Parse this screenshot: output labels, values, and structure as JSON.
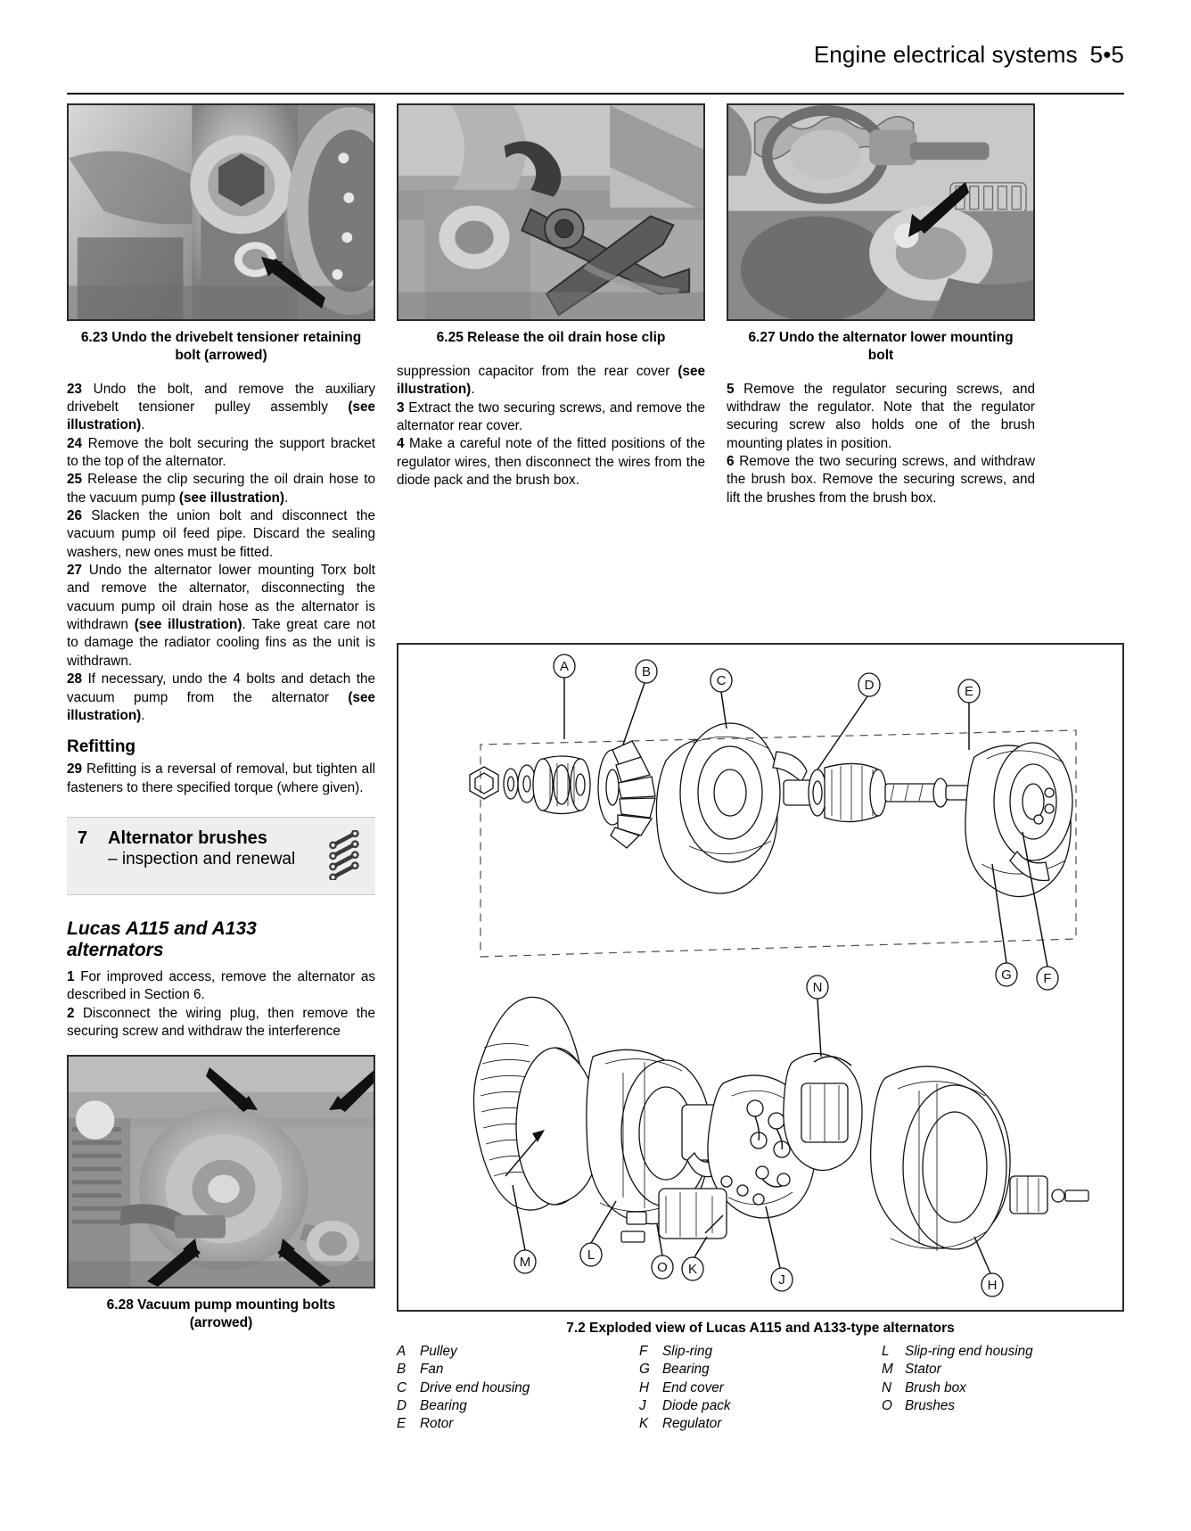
{
  "header": {
    "title": "Engine electrical systems",
    "page_number": "5•5"
  },
  "photos": [
    {
      "id": "fig-6-23",
      "caption_line1": "6.23  Undo the drivebelt tensioner retaining",
      "caption_line2": "bolt (arrowed)"
    },
    {
      "id": "fig-6-25",
      "caption_line1": "6.25  Release the oil drain hose clip",
      "caption_line2": ""
    },
    {
      "id": "fig-6-27",
      "caption_line1": "6.27  Undo the alternator lower mounting",
      "caption_line2": "bolt"
    },
    {
      "id": "fig-6-28",
      "caption_line1": "6.28  Vacuum pump mounting bolts",
      "caption_line2": "(arrowed)"
    }
  ],
  "left_column": {
    "paragraphs": [
      {
        "num": "23",
        "text": "Undo the bolt, and remove the auxiliary drivebelt tensioner pulley assembly ",
        "bold_tail": "(see illustration)",
        "tail": "."
      },
      {
        "num": "24",
        "text": "Remove the bolt securing the support bracket to the top of the alternator.",
        "bold_tail": "",
        "tail": ""
      },
      {
        "num": "25",
        "text": "Release the clip securing the oil drain hose to the vacuum pump ",
        "bold_tail": "(see illustration)",
        "tail": "."
      },
      {
        "num": "26",
        "text": "Slacken the union bolt and disconnect the vacuum pump oil feed pipe. Discard the sealing washers, new ones must be fitted.",
        "bold_tail": "",
        "tail": ""
      },
      {
        "num": "27",
        "text": "Undo the alternator lower mounting Torx bolt and remove the alternator, disconnecting the vacuum pump oil drain hose as the alternator is withdrawn ",
        "bold_tail": "(see illustration)",
        "tail": ". Take great care not to damage the radiator cooling fins as the unit is withdrawn."
      },
      {
        "num": "28",
        "text": "If necessary, undo the 4 bolts and detach the vacuum pump from the alternator ",
        "bold_tail": "(see illustration)",
        "tail": "."
      }
    ],
    "refitting_heading": "Refitting",
    "refitting_paragraphs": [
      {
        "num": "29",
        "text": "Refitting is a reversal of removal, but tighten all fasteners to there specified torque (where given).",
        "bold_tail": "",
        "tail": ""
      }
    ],
    "section_box": {
      "number": "7",
      "title": "Alternator brushes",
      "subtitle": "– inspection and renewal",
      "difficulty_icon": "spanner-rating-icon"
    },
    "alternator_heading_line1": "Lucas A115 and A133",
    "alternator_heading_line2": "alternators",
    "alternator_paragraphs": [
      {
        "num": "1",
        "text": "For improved access, remove the alternator as described in Section 6.",
        "bold_tail": "",
        "tail": ""
      },
      {
        "num": "2",
        "text": "Disconnect the wiring plug, then remove the securing screw and withdraw the interference",
        "bold_tail": "",
        "tail": ""
      }
    ]
  },
  "middle_column": {
    "paragraphs": [
      {
        "num": "",
        "text": "suppression capacitor from the rear cover ",
        "bold_tail": "(see illustration)",
        "tail": "."
      },
      {
        "num": "3",
        "text": "Extract the two securing screws, and remove the alternator rear cover.",
        "bold_tail": "",
        "tail": ""
      },
      {
        "num": "4",
        "text": "Make a careful note of the fitted positions of the regulator wires, then disconnect the wires from the diode pack and the brush box.",
        "bold_tail": "",
        "tail": ""
      }
    ]
  },
  "right_column": {
    "paragraphs": [
      {
        "num": "5",
        "text": "Remove the regulator securing screws, and withdraw the regulator. Note that the regulator securing screw also holds one of the brush mounting plates in position.",
        "bold_tail": "",
        "tail": ""
      },
      {
        "num": "6",
        "text": "Remove the two securing screws, and withdraw the brush box. Remove the securing screws, and lift the brushes from the brush box.",
        "bold_tail": "",
        "tail": ""
      }
    ]
  },
  "figure": {
    "caption": "7.2  Exploded view of Lucas A115 and A133-type alternators",
    "callouts": [
      "A",
      "B",
      "C",
      "D",
      "E",
      "F",
      "G",
      "H",
      "J",
      "K",
      "L",
      "M",
      "N",
      "O"
    ],
    "legend": [
      [
        {
          "key": "A",
          "label": "Pulley"
        },
        {
          "key": "B",
          "label": "Fan"
        },
        {
          "key": "C",
          "label": "Drive end housing"
        },
        {
          "key": "D",
          "label": "Bearing"
        },
        {
          "key": "E",
          "label": "Rotor"
        }
      ],
      [
        {
          "key": "F",
          "label": "Slip-ring"
        },
        {
          "key": "G",
          "label": "Bearing"
        },
        {
          "key": "H",
          "label": "End cover"
        },
        {
          "key": "J",
          "label": "Diode pack"
        },
        {
          "key": "K",
          "label": "Regulator"
        }
      ],
      [
        {
          "key": "L",
          "label": "Slip-ring end housing"
        },
        {
          "key": "M",
          "label": "Stator"
        },
        {
          "key": "N",
          "label": "Brush box"
        },
        {
          "key": "O",
          "label": "Brushes"
        }
      ]
    ]
  },
  "colors": {
    "ink": "#000000",
    "rule": "#2b2b2b",
    "section_box_bg": "#eeeeee"
  }
}
